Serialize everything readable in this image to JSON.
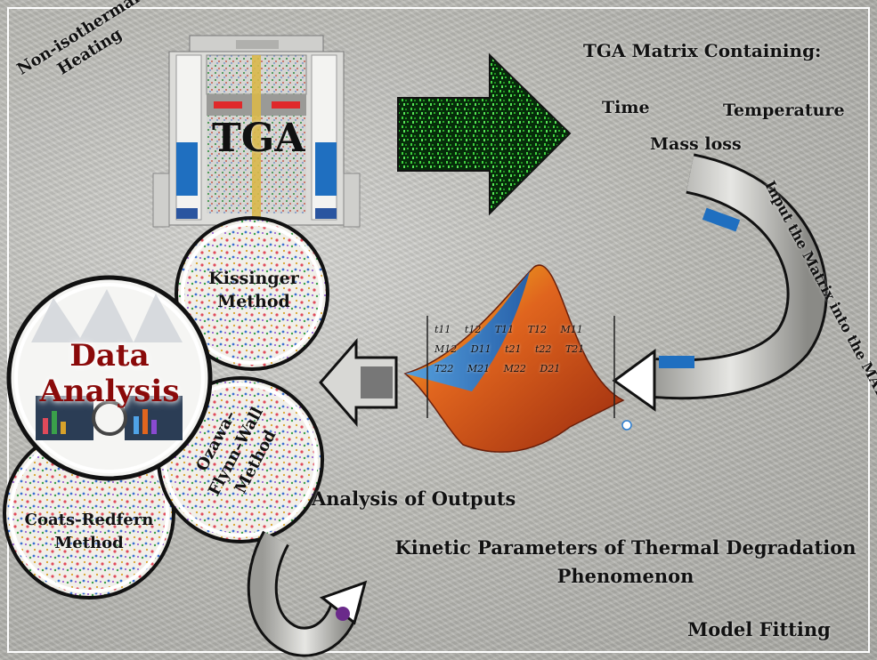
{
  "tga": {
    "label": "TGA",
    "heating_label_line1": "Non-isothermal",
    "heating_label_line2": "Heating"
  },
  "matrix": {
    "title": "TGA Matrix Containing:",
    "items": [
      "Time",
      "Temperature",
      "Mass loss"
    ]
  },
  "input_label": "Input the Matrix into the MATLAB Cod e",
  "outputs_label": "Analysis of Outputs",
  "kinetic_label_line1": "Kinetic Parameters of Thermal Degradation",
  "kinetic_label_line2": "Phenomenon",
  "model_label": "Model Fitting",
  "analysis": {
    "center_line1": "Data",
    "center_line2": "Analysis",
    "methods": [
      {
        "line1": "Kissinger",
        "line2": "Method"
      },
      {
        "line1": "Ozawa–",
        "line2": "Flynn–Wall",
        "line3": "Method"
      },
      {
        "line1": "Coats-Redfern",
        "line2": "Method"
      }
    ]
  },
  "matrix_symbols": [
    "t11",
    "t12",
    "T11",
    "T12",
    "M11",
    "M12",
    "D11",
    "t21",
    "t22",
    "T21",
    "T22",
    "M21",
    "M22",
    "D21"
  ],
  "colors": {
    "arrow_green": "#2f9e2f",
    "matlab_orange": "#e0651e",
    "matlab_blue": "#2e7fd1",
    "tga_blue": "#1f6fc0",
    "tga_red": "#e0282a"
  },
  "icons": [
    "tga-instrument-icon",
    "green-arrow-icon",
    "matlab-surface-icon",
    "hollow-arrow-icon",
    "curved-arrow-icon"
  ]
}
